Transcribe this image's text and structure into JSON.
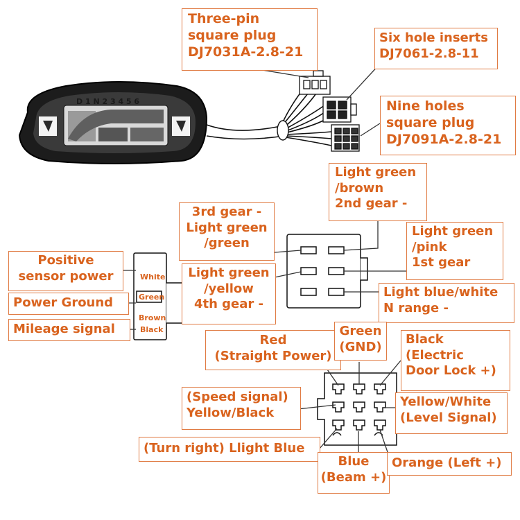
{
  "labels": {
    "three_pin": [
      "Three-pin",
      "square plug",
      "DJ7031A-2.8-21"
    ],
    "six_hole": [
      "Six hole inserts",
      "DJ7061-2.8-11"
    ],
    "nine_holes": [
      "Nine holes",
      "square plug",
      "DJ7091A-2.8-21"
    ],
    "light_green_brown": [
      "Light green",
      "/brown",
      "2nd gear -"
    ],
    "third_gear": [
      "3rd gear -",
      "Light green",
      "/green"
    ],
    "light_green_pink": [
      "Light green",
      "/pink",
      "1st gear"
    ],
    "light_green_yellow": [
      "Light green",
      "/yellow",
      "4th gear -"
    ],
    "light_blue_white": [
      "Light blue/white",
      "N range -"
    ],
    "positive_sensor": [
      "Positive",
      "sensor power"
    ],
    "power_ground": "Power Ground",
    "mileage_signal": "Mileage signal",
    "red": [
      "Red",
      "(Straight Power)"
    ],
    "green_gnd": [
      "Green",
      "(GND)"
    ],
    "black_door": [
      "Black",
      "(Electric",
      "Door Lock +)"
    ],
    "speed_signal": [
      "(Speed signal)",
      "Yellow/Black"
    ],
    "yellow_white": [
      "Yellow/White",
      "(Level Signal)"
    ],
    "turn_right": "(Turn right) Llight Blue",
    "blue_beam": [
      "Blue",
      "(Beam +)"
    ],
    "orange_left": "Orange (Left +)"
  },
  "plug_wires": {
    "white": "White",
    "green": "Green",
    "brown": "Brown",
    "black": "Black"
  },
  "gauge": {
    "gears": "D 1 N 2 3 4 5 6"
  },
  "colors": {
    "accent": "#d9631e",
    "border": "#e07b43"
  }
}
